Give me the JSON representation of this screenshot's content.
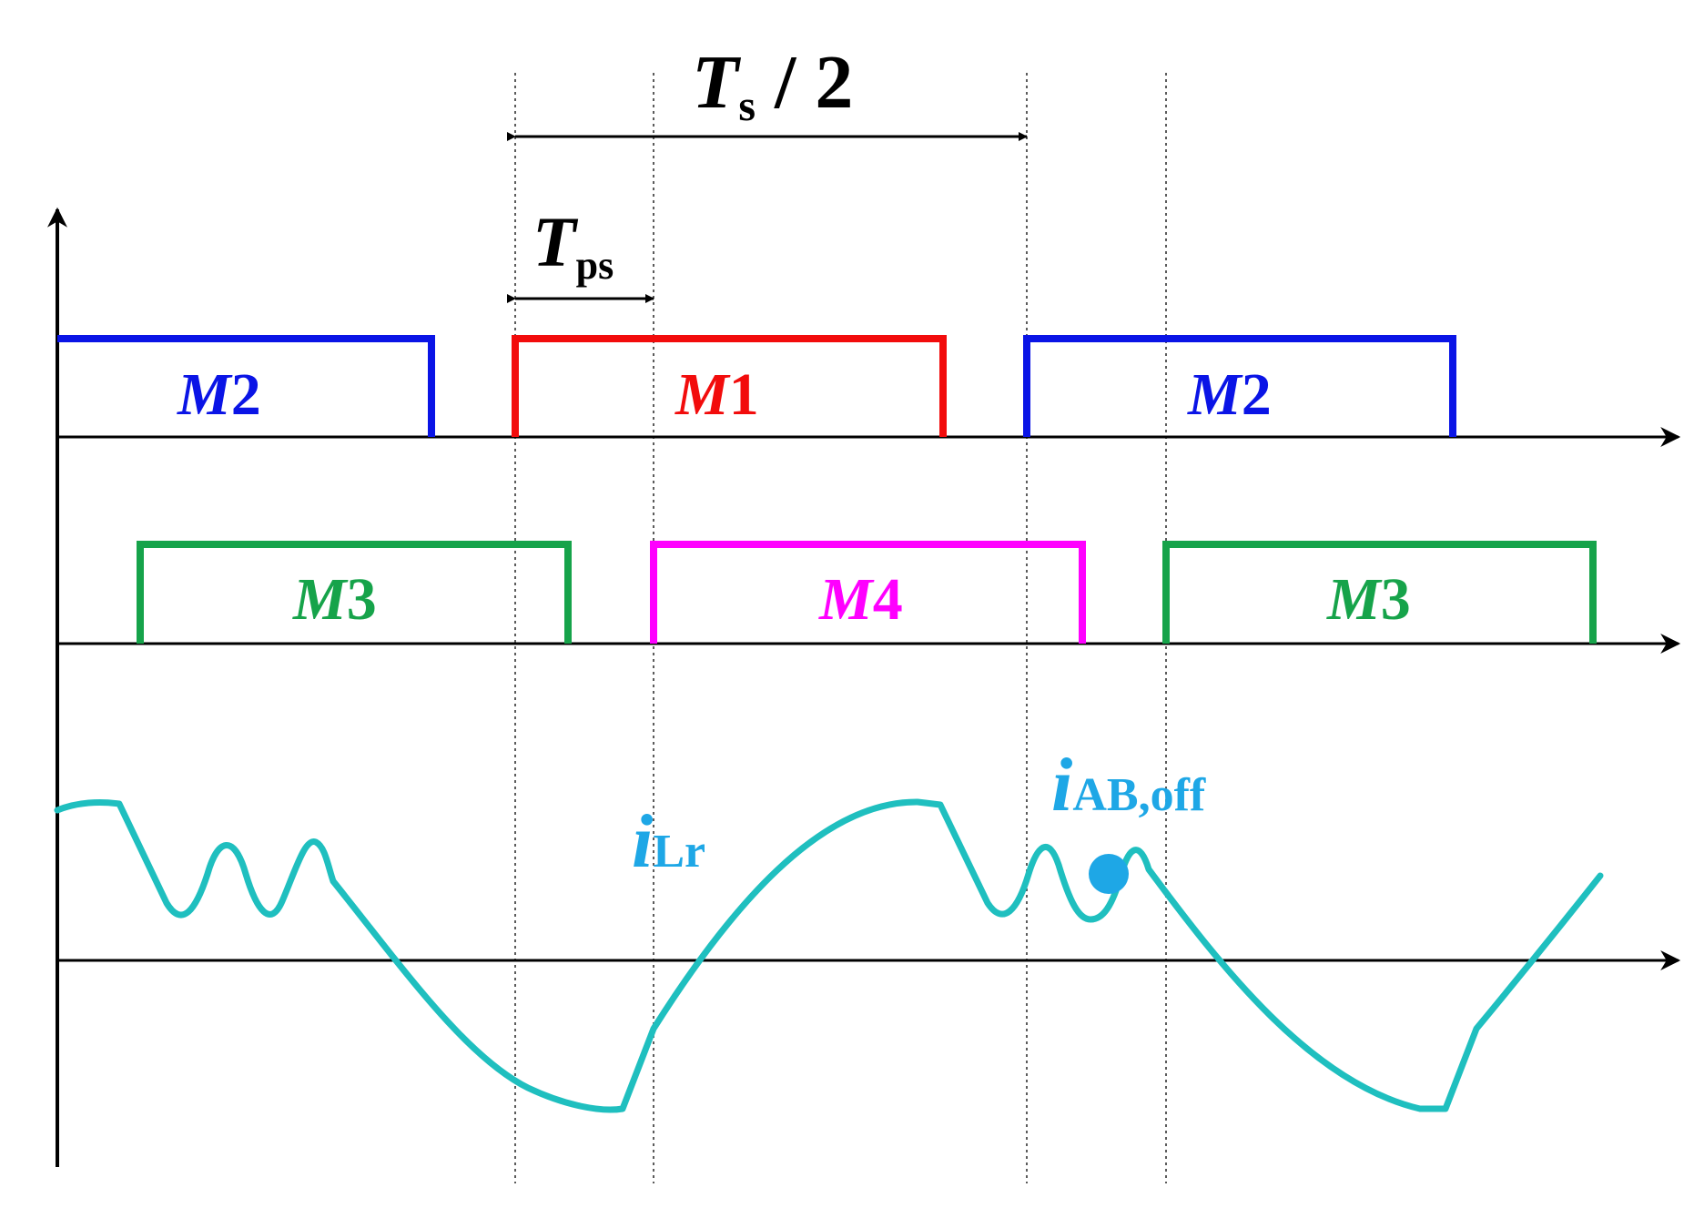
{
  "annotations": {
    "ts_half": {
      "main": "T",
      "sub": "s",
      "rest": " / 2"
    },
    "tps": {
      "main": "T",
      "sub": "ps"
    }
  },
  "pulses": [
    {
      "id": "m2-left",
      "letter": "M",
      "digit": "2",
      "color": "#0a14e6"
    },
    {
      "id": "m1",
      "letter": "M",
      "digit": "1",
      "color": "#f20c0c"
    },
    {
      "id": "m2-right",
      "letter": "M",
      "digit": "2",
      "color": "#0a14e6"
    },
    {
      "id": "m3-left",
      "letter": "M",
      "digit": "3",
      "color": "#16a34a"
    },
    {
      "id": "m4",
      "letter": "M",
      "digit": "4",
      "color": "#ff00ff"
    },
    {
      "id": "m3-right",
      "letter": "M",
      "digit": "3",
      "color": "#16a34a"
    }
  ],
  "current": {
    "label_main": "i",
    "label_sub": "Lr",
    "marker_main": "i",
    "marker_sub": "AB,off",
    "wave_color": "#1fbfbf",
    "label_color": "#1ea7e6"
  },
  "colors": {
    "axis": "#000000",
    "guide": "#333333"
  }
}
